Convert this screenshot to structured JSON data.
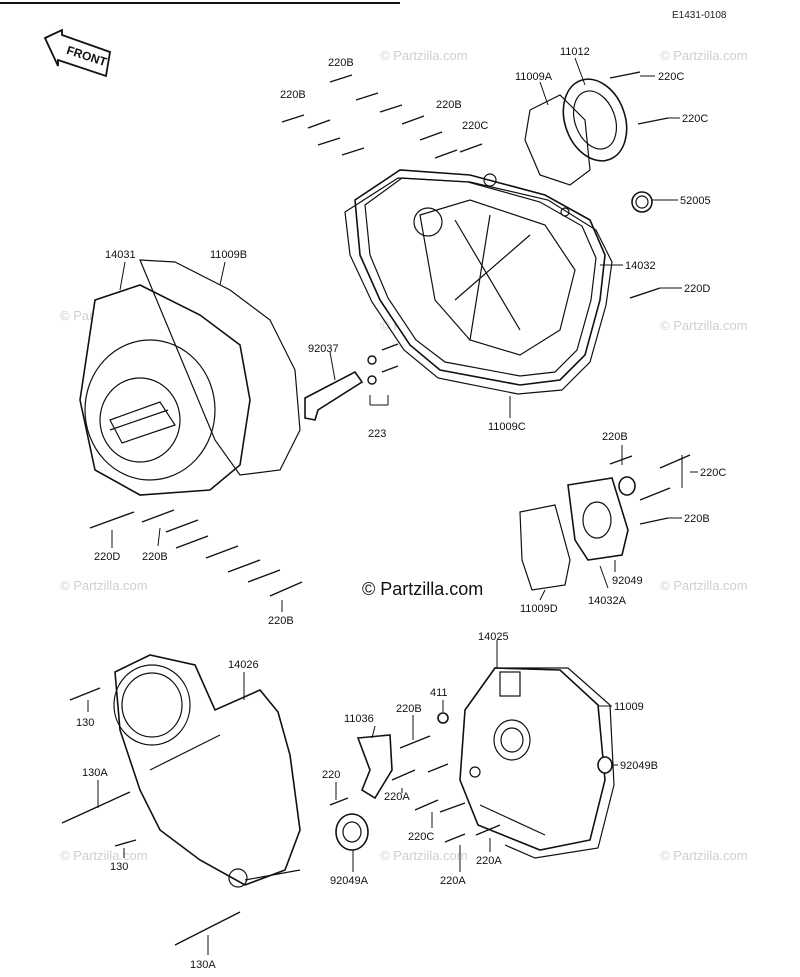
{
  "reference_code": "E1431-0108",
  "front_label": "FRONT",
  "watermark_center": "© Partzilla.com",
  "watermark_small": "© Partzilla.com",
  "labels": {
    "p11012": "11012",
    "p11009A": "11009A",
    "p220C_a": "220C",
    "p220C_b": "220C",
    "p220B_top1": "220B",
    "p220B_top2": "220B",
    "p220B_top3": "220B",
    "p220C_mid": "220C",
    "p52005": "52005",
    "p14032": "14032",
    "p220D_r": "220D",
    "p14031": "14031",
    "p11009B": "11009B",
    "p92037": "92037",
    "p223": "223",
    "p11009C": "11009C",
    "p220B_r1": "220B",
    "p220C_r": "220C",
    "p220B_r2": "220B",
    "p92049": "92049",
    "p14032A": "14032A",
    "p11009D": "11009D",
    "p220D_l": "220D",
    "p220B_l1": "220B",
    "p220B_l2": "220B",
    "p14025": "14025",
    "p14026": "14026",
    "p411": "411",
    "p11036": "11036",
    "p220B_b": "220B",
    "p11009": "11009",
    "p130_a": "130",
    "p130A_a": "130A",
    "p220": "220",
    "p220A_a": "220A",
    "p92049B": "92049B",
    "p220C_b2": "220C",
    "p130_b": "130",
    "p92049A": "92049A",
    "p220A_b": "220A",
    "p220A_c": "220A",
    "p130A_b": "130A"
  }
}
